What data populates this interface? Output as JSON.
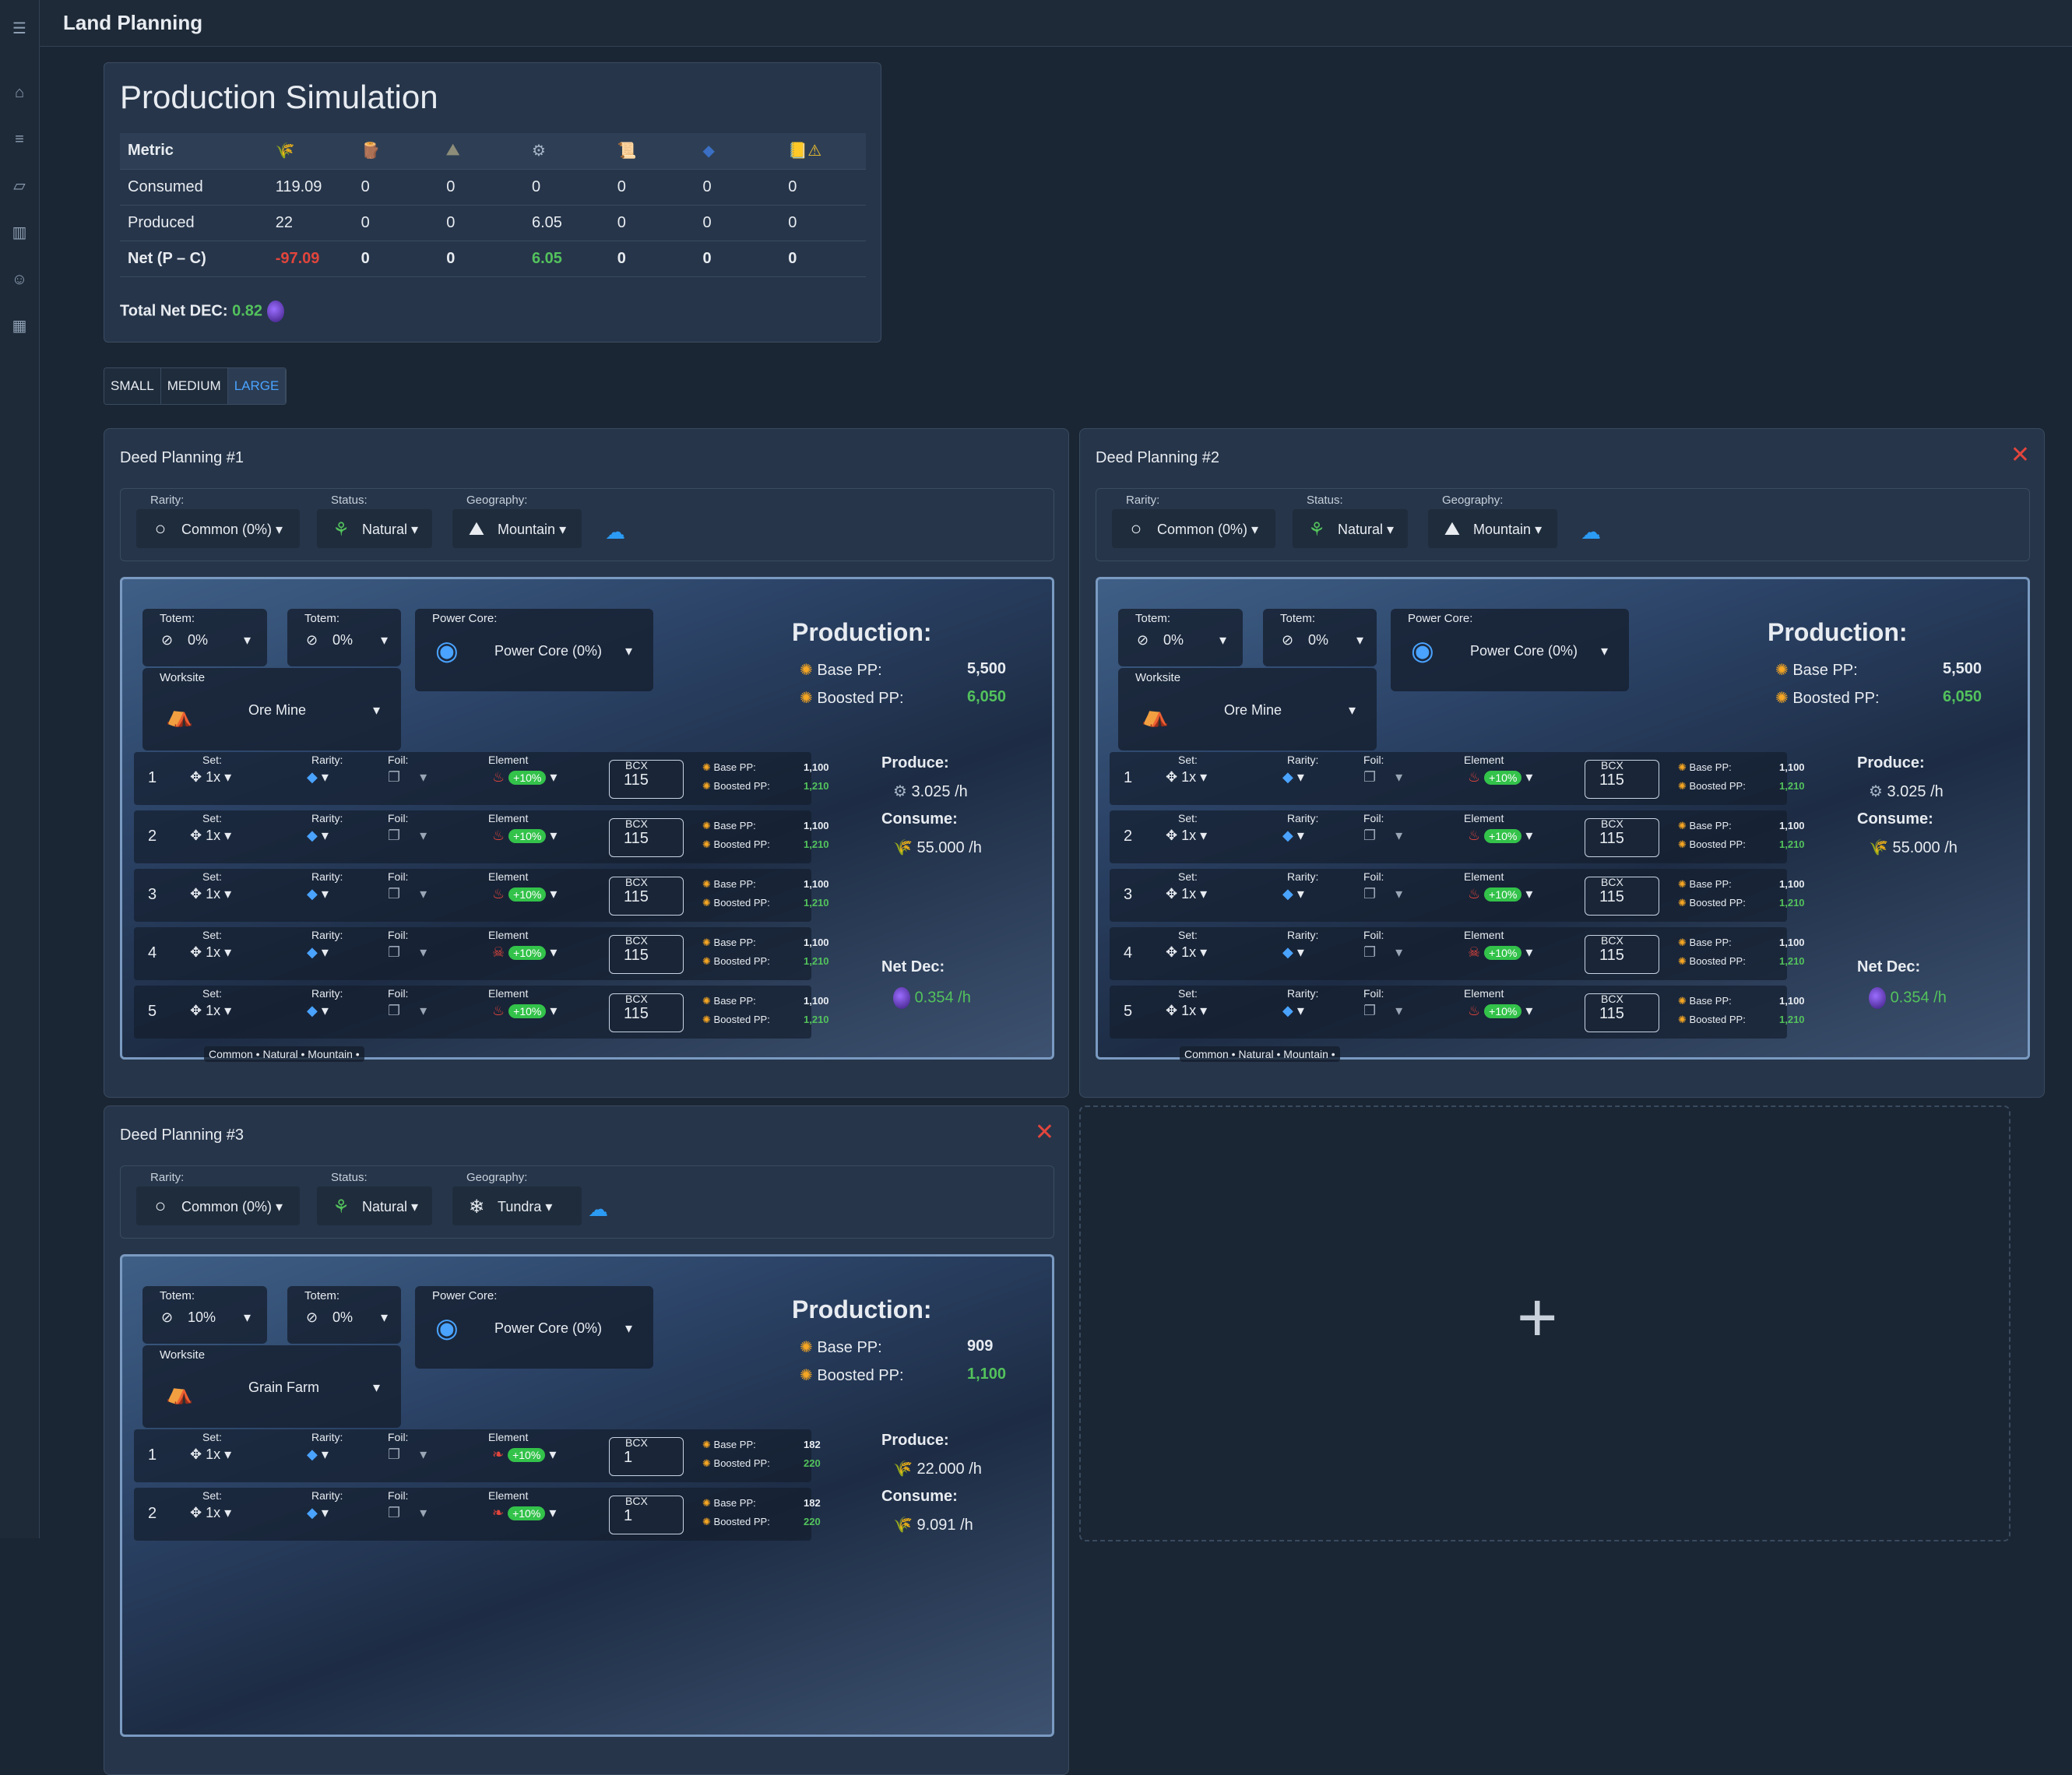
{
  "app_title": "Land Planning",
  "simulation": {
    "title": "Production Simulation",
    "header": "Metric",
    "rows": [
      {
        "m": "Consumed",
        "v": [
          "119.09",
          "0",
          "0",
          "0",
          "0",
          "0",
          "0"
        ]
      },
      {
        "m": "Produced",
        "v": [
          "22",
          "0",
          "0",
          "6.05",
          "0",
          "0",
          "0"
        ]
      },
      {
        "m": "Net (P – C)",
        "v": [
          "-97.09",
          "0",
          "0",
          "6.05",
          "0",
          "0",
          "0"
        ]
      }
    ],
    "icons": [
      "grain-icon",
      "wood-icon",
      "stone-icon",
      "iron-icon",
      "research-icon",
      "aura-icon",
      "sps-warning-icon"
    ],
    "total_label": "Total Net DEC:",
    "total_value": "0.82"
  },
  "sizes": [
    "SMALL",
    "MEDIUM",
    "LARGE"
  ],
  "labels": {
    "rarity": "Rarity:",
    "status": "Status:",
    "geo": "Geography:",
    "totem": "Totem:",
    "power": "Power Core:",
    "worksite": "Worksite",
    "production": "Production:",
    "base": "Base PP:",
    "boosted": "Boosted PP:",
    "produce": "Produce:",
    "consume": "Consume:",
    "netdec": "Net Dec:",
    "set": "Set:",
    "foil": "Foil:",
    "element": "Element",
    "bcx": "BCX"
  },
  "deeds": [
    {
      "title": "Deed Planning #1",
      "rarity": "Common (0%)",
      "status": "Natural",
      "geo": "Mountain",
      "totem1": "0%",
      "totem2": "0%",
      "power": "Power Core (0%)",
      "worksite": "Ore Mine",
      "base": "5,500",
      "boosted": "6,050",
      "produce": "3.025 /h",
      "consume": "55.000 /h",
      "net": "0.354 /h",
      "footer": "Common • Natural • Mountain •",
      "rows": [
        [
          "1",
          "1x",
          "+10%",
          "115",
          "1,100",
          "1,210"
        ],
        [
          "2",
          "1x",
          "+10%",
          "115",
          "1,100",
          "1,210"
        ],
        [
          "3",
          "1x",
          "+10%",
          "115",
          "1,100",
          "1,210"
        ],
        [
          "4",
          "1x",
          "+10%",
          "115",
          "1,100",
          "1,210"
        ],
        [
          "5",
          "1x",
          "+10%",
          "115",
          "1,100",
          "1,210"
        ]
      ]
    },
    {
      "title": "Deed Planning #2",
      "rarity": "Common (0%)",
      "status": "Natural",
      "geo": "Mountain",
      "totem1": "0%",
      "totem2": "0%",
      "power": "Power Core (0%)",
      "worksite": "Ore Mine",
      "base": "5,500",
      "boosted": "6,050",
      "produce": "3.025 /h",
      "consume": "55.000 /h",
      "net": "0.354 /h",
      "footer": "Common • Natural • Mountain •",
      "rows": [
        [
          "1",
          "1x",
          "+10%",
          "115",
          "1,100",
          "1,210"
        ],
        [
          "2",
          "1x",
          "+10%",
          "115",
          "1,100",
          "1,210"
        ],
        [
          "3",
          "1x",
          "+10%",
          "115",
          "1,100",
          "1,210"
        ],
        [
          "4",
          "1x",
          "+10%",
          "115",
          "1,100",
          "1,210"
        ],
        [
          "5",
          "1x",
          "+10%",
          "115",
          "1,100",
          "1,210"
        ]
      ]
    },
    {
      "title": "Deed Planning #3",
      "rarity": "Common (0%)",
      "status": "Natural",
      "geo": "Tundra",
      "totem1": "10%",
      "totem2": "0%",
      "power": "Power Core (0%)",
      "worksite": "Grain Farm",
      "base": "909",
      "boosted": "1,100",
      "produce": "22.000 /h",
      "consume": "9.091 /h",
      "net": "",
      "footer": "",
      "rows": [
        [
          "1",
          "1x",
          "+10%",
          "1",
          "182",
          "220"
        ],
        [
          "2",
          "1x",
          "+10%",
          "1",
          "182",
          "220"
        ]
      ]
    }
  ],
  "add_label": "+"
}
